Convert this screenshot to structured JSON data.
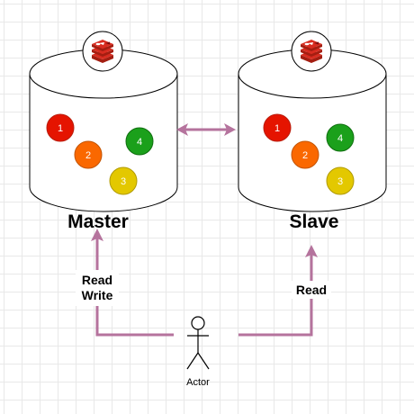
{
  "nodes": {
    "master": {
      "title": "Master",
      "balls": [
        {
          "label": "1",
          "color": "#e51400"
        },
        {
          "label": "2",
          "color": "#fa6800"
        },
        {
          "label": "3",
          "color": "#e3c800"
        },
        {
          "label": "4",
          "color": "#1ba01b"
        }
      ]
    },
    "slave": {
      "title": "Slave",
      "balls": [
        {
          "label": "1",
          "color": "#e51400"
        },
        {
          "label": "2",
          "color": "#fa6800"
        },
        {
          "label": "3",
          "color": "#e3c800"
        },
        {
          "label": "4",
          "color": "#1ba01b"
        }
      ]
    }
  },
  "edges": {
    "actor_to_master": {
      "line1": "Read",
      "line2": "Write"
    },
    "actor_to_slave": {
      "label": "Read"
    },
    "replication": {
      "direction": "bidirectional"
    }
  },
  "actor": {
    "label": "Actor"
  },
  "icons": {
    "database_logo": "redis-logo-icon"
  },
  "colors": {
    "edge": "#b5739d",
    "redis_red": "#d82c20",
    "redis_dark": "#a41e11"
  }
}
